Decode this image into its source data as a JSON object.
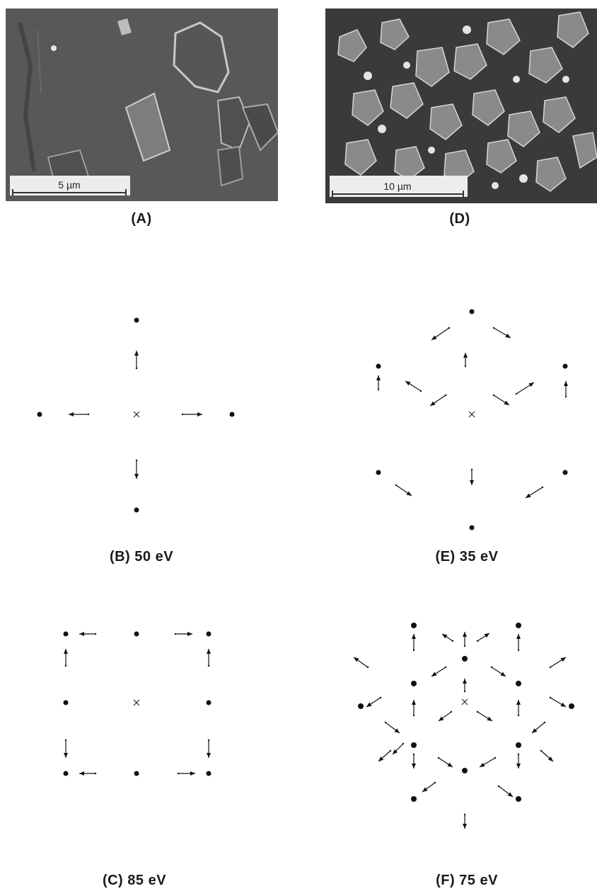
{
  "figure": {
    "panels": [
      {
        "id": "A",
        "label": "(A)",
        "kind": "sem-micrograph",
        "scale_bar": "5 µm"
      },
      {
        "id": "D",
        "label": "(D)",
        "kind": "sem-micrograph",
        "scale_bar": "10 µm"
      },
      {
        "id": "B",
        "label": "(B) 50 eV",
        "kind": "leed-pattern",
        "symmetry": "square"
      },
      {
        "id": "E",
        "label": "(E) 35 eV",
        "kind": "leed-pattern",
        "symmetry": "hexagonal"
      },
      {
        "id": "C",
        "label": "(C) 85 eV",
        "kind": "leed-pattern",
        "symmetry": "square"
      },
      {
        "id": "F",
        "label": "(F) 75 eV",
        "kind": "leed-pattern",
        "symmetry": "hexagonal"
      }
    ]
  },
  "colors": {
    "sem_background_a": "#585858",
    "sem_background_d": "#3a3a3a",
    "crystal_highlight": "#d9d9d9",
    "spot": "#111111"
  }
}
